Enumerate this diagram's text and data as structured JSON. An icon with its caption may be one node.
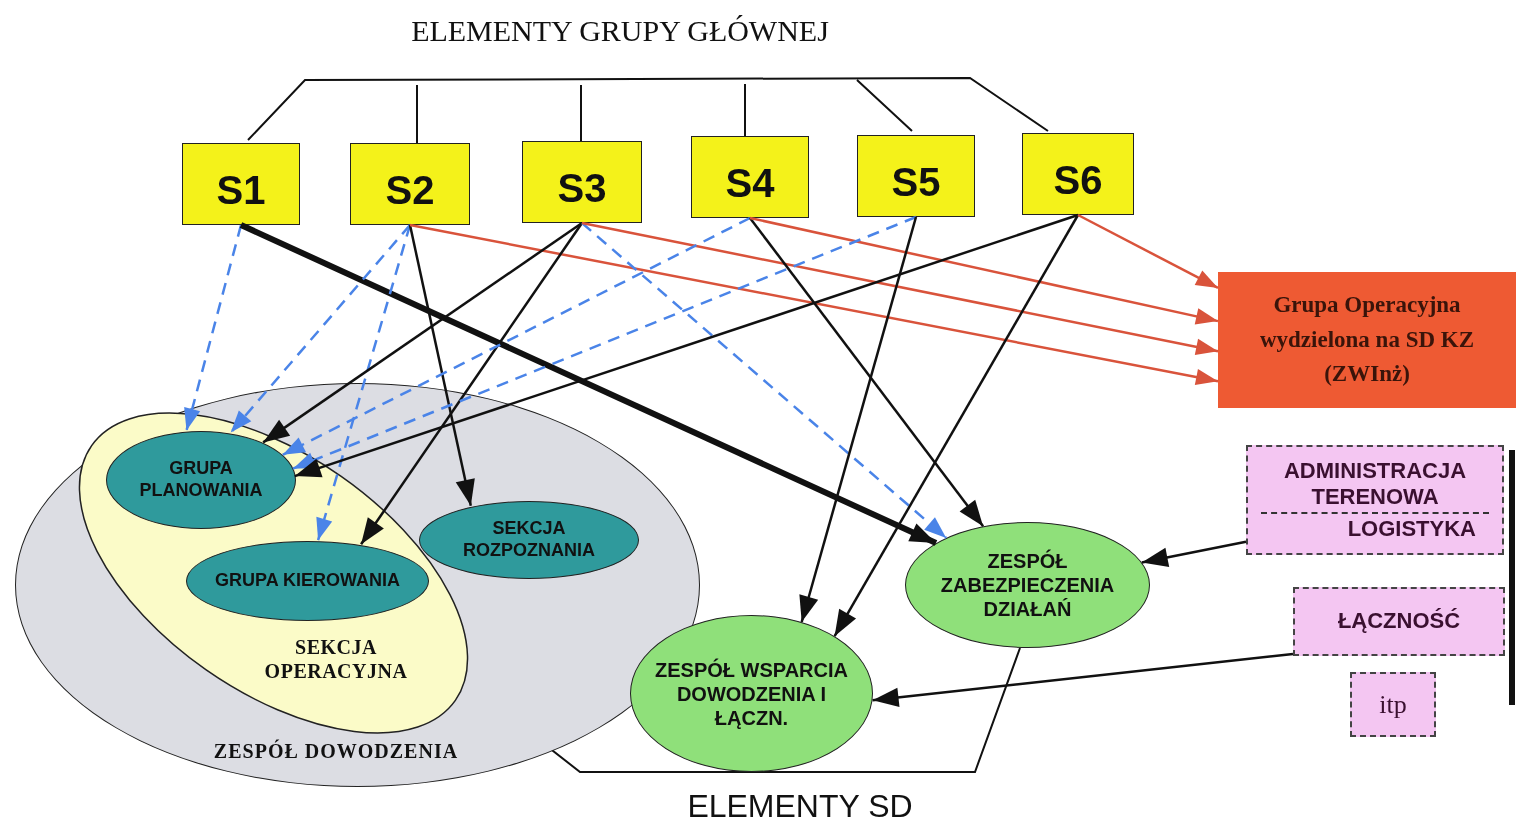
{
  "diagram": {
    "title": "ELEMENTY GRUPY GŁÓWNEJ",
    "nodes": [
      {
        "text": [
          "S1"
        ]
      },
      {
        "text": [
          "S2"
        ]
      },
      {
        "text": [
          "S3"
        ]
      },
      {
        "text": [
          "S4"
        ]
      },
      {
        "text": [
          "S5"
        ]
      },
      {
        "text": [
          "S6"
        ]
      },
      {
        "text": [
          "Grupa Operacyjna wydzielona na SD KZ (ZWInż)"
        ]
      },
      {
        "text": [
          "ZESPÓŁ DOWODZENIA"
        ]
      },
      {
        "text": [
          "SEKCJA OPERACYJNA"
        ],
        "in": 7
      },
      {
        "text": [
          "GRUPA PLANOWANIA"
        ],
        "in": 8
      },
      {
        "text": [
          "GRUPA KIEROWANIA"
        ],
        "in": 8
      },
      {
        "text": [
          "SEKCJA ROZPOZNANIA"
        ],
        "in": 7
      },
      {
        "text": [
          "ZESPÓŁ ZABEZPIECZENIA DZIAŁAŃ"
        ]
      },
      {
        "text": [
          "ZESPÓŁ WSPARCIA DOWODZENIA I ŁĄCZN."
        ]
      },
      {
        "text": [
          "ADMINISTRACJA TERENOWA",
          "LOGISTYKA"
        ]
      },
      {
        "text": [
          "ŁĄCZNOŚĆ"
        ]
      },
      {
        "text": [
          "itp"
        ]
      }
    ],
    "edges": [
      {
        "from": 0,
        "to": 9,
        "arrow": "to",
        "style": "dashed",
        "color": "#4a84e8"
      },
      {
        "from": 0,
        "to": 12,
        "arrow": "to",
        "style": "thick"
      },
      {
        "from": 1,
        "to": 9,
        "arrow": "to",
        "style": "dashed",
        "color": "#4a84e8"
      },
      {
        "from": 1,
        "to": 10,
        "arrow": "to",
        "style": "dashed",
        "color": "#4a84e8"
      },
      {
        "from": 1,
        "to": 11,
        "arrow": "to"
      },
      {
        "from": 1,
        "to": 6,
        "arrow": "to",
        "color": "#d9533b"
      },
      {
        "from": 2,
        "to": 9,
        "arrow": "to"
      },
      {
        "from": 2,
        "to": 10,
        "arrow": "to"
      },
      {
        "from": 2,
        "to": 12,
        "arrow": "to",
        "style": "dashed",
        "color": "#4a84e8"
      },
      {
        "from": 2,
        "to": 6,
        "arrow": "to",
        "color": "#d9533b"
      },
      {
        "from": 3,
        "to": 9,
        "arrow": "to",
        "style": "dashed",
        "color": "#4a84e8"
      },
      {
        "from": 3,
        "to": 12,
        "arrow": "to"
      },
      {
        "from": 3,
        "to": 6,
        "arrow": "to",
        "color": "#d9533b"
      },
      {
        "from": 4,
        "to": 9,
        "arrow": "to",
        "style": "dashed",
        "color": "#4a84e8"
      },
      {
        "from": 4,
        "to": 13,
        "arrow": "to"
      },
      {
        "from": 5,
        "to": 9,
        "arrow": "to"
      },
      {
        "from": 5,
        "to": 13,
        "arrow": "to"
      },
      {
        "from": 5,
        "to": 6,
        "arrow": "to",
        "color": "#d9533b"
      },
      {
        "from": 14,
        "to": 12,
        "arrow": "to"
      },
      {
        "from": 15,
        "to": 13,
        "arrow": "to"
      }
    ],
    "labels": [
      "ELEMENTY SD"
    ]
  }
}
